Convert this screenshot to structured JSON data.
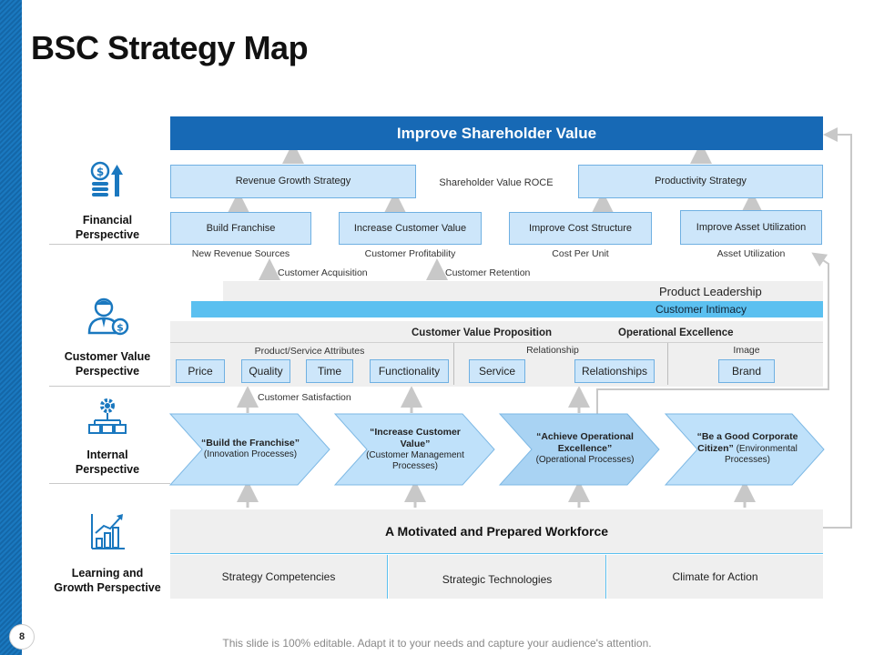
{
  "title": "BSC Strategy Map",
  "perspectives": [
    {
      "label_line1": "Financial",
      "label_line2": "Perspective",
      "icon": "coins-growth-icon"
    },
    {
      "label_line1": "Customer Value",
      "label_line2": "Perspective",
      "icon": "customer-dollar-icon"
    },
    {
      "label_line1": "Internal",
      "label_line2": "Perspective",
      "icon": "gear-network-icon"
    },
    {
      "label_line1": "Learning and",
      "label_line2": "Growth Perspective",
      "icon": "bar-chart-growth-icon"
    }
  ],
  "financial": {
    "banner": "Improve Shareholder Value",
    "revenue_strategy": "Revenue Growth Strategy",
    "shareholder_roce": "Shareholder Value ROCE",
    "productivity_strategy": "Productivity Strategy",
    "objectives": [
      {
        "label": "Build Franchise",
        "measure": "New Revenue Sources"
      },
      {
        "label": "Increase Customer Value",
        "measure": "Customer Profitability"
      },
      {
        "label": "Improve Cost Structure",
        "measure": "Cost Per Unit"
      },
      {
        "label": "Improve Asset Utilization",
        "measure": "Asset Utilization"
      }
    ],
    "customer_acquisition": "Customer Acquisition",
    "customer_retention": "Customer Retention"
  },
  "customer": {
    "product_leadership": "Product Leadership",
    "customer_intimacy": "Customer Intimacy",
    "cvp_heading": "Customer Value Proposition",
    "op_excellence_heading": "Operational Excellence",
    "attributes_heading": "Product/Service Attributes",
    "relationship_heading": "Relationship",
    "image_heading": "Image",
    "attributes": [
      "Price",
      "Quality",
      "Time",
      "Functionality"
    ],
    "relationship_items": [
      "Service",
      "Relationships"
    ],
    "image_items": [
      "Brand"
    ],
    "customer_satisfaction": "Customer Satisfaction"
  },
  "internal": {
    "chevrons": [
      {
        "title": "“Build the Franchise”",
        "sub": "(Innovation Processes)"
      },
      {
        "title": "“Increase Customer Value”",
        "sub": "(Customer Management Processes)"
      },
      {
        "title": "“Achieve Operational Excellence”",
        "sub": "(Operational Processes)"
      },
      {
        "title": "“Be a Good Corporate Citizen”",
        "sub": "(Environmental Processes)"
      }
    ]
  },
  "learning": {
    "workforce": "A Motivated and Prepared Workforce",
    "cells": [
      "Strategy Competencies",
      "Strategic Technologies",
      "Climate for Action"
    ]
  },
  "footer": "This slide is 100% editable. Adapt it to your needs and capture your audience's attention.",
  "page_number": "8",
  "colors": {
    "banner": "#1769b5",
    "box_fill": "#cde6fa",
    "box_border": "#6fb0e2",
    "intimacy": "#5bc0f0",
    "stripe": "#1a78bf"
  }
}
